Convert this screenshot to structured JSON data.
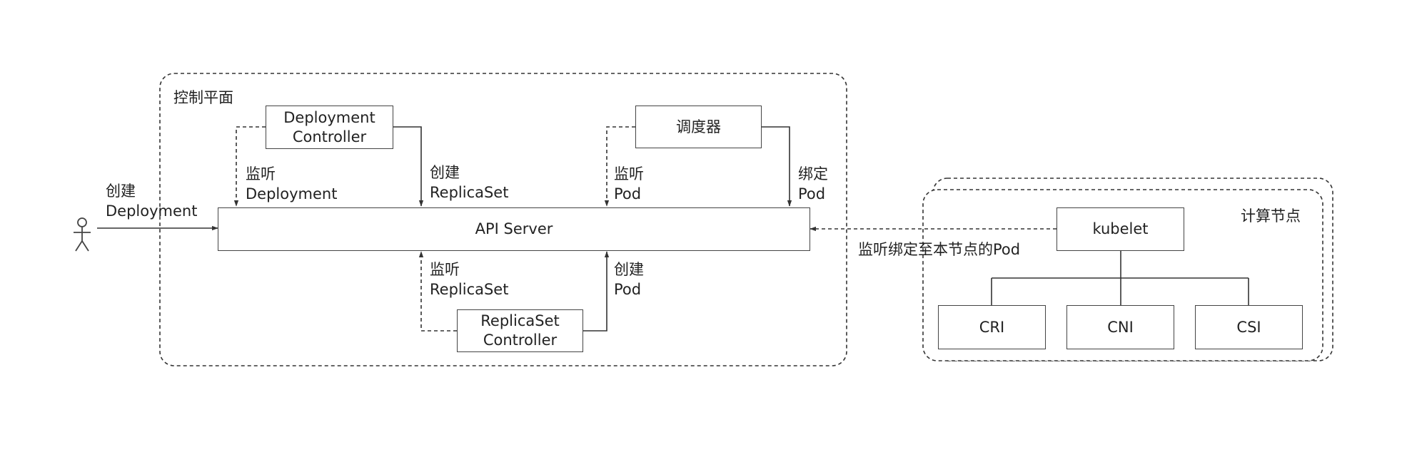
{
  "control_plane": {
    "title": "控制平面",
    "deployment_controller": [
      "Deployment",
      "Controller"
    ],
    "scheduler": "调度器",
    "api_server": "API Server",
    "replicaset_controller": [
      "ReplicaSet",
      "Controller"
    ]
  },
  "edges": {
    "user_create": [
      "创建",
      "Deployment"
    ],
    "dc_watch": [
      "监听",
      "Deployment"
    ],
    "dc_create": [
      "创建",
      "ReplicaSet"
    ],
    "sched_watch": [
      "监听",
      "Pod"
    ],
    "sched_bind": [
      "绑定",
      "Pod"
    ],
    "rsc_watch": [
      "监听",
      "ReplicaSet"
    ],
    "rsc_create": [
      "创建",
      "Pod"
    ],
    "kubelet_watch": "监听绑定至本节点的Pod"
  },
  "compute_node": {
    "title": "计算节点",
    "kubelet": "kubelet",
    "plugins": [
      "CRI",
      "CNI",
      "CSI"
    ]
  }
}
